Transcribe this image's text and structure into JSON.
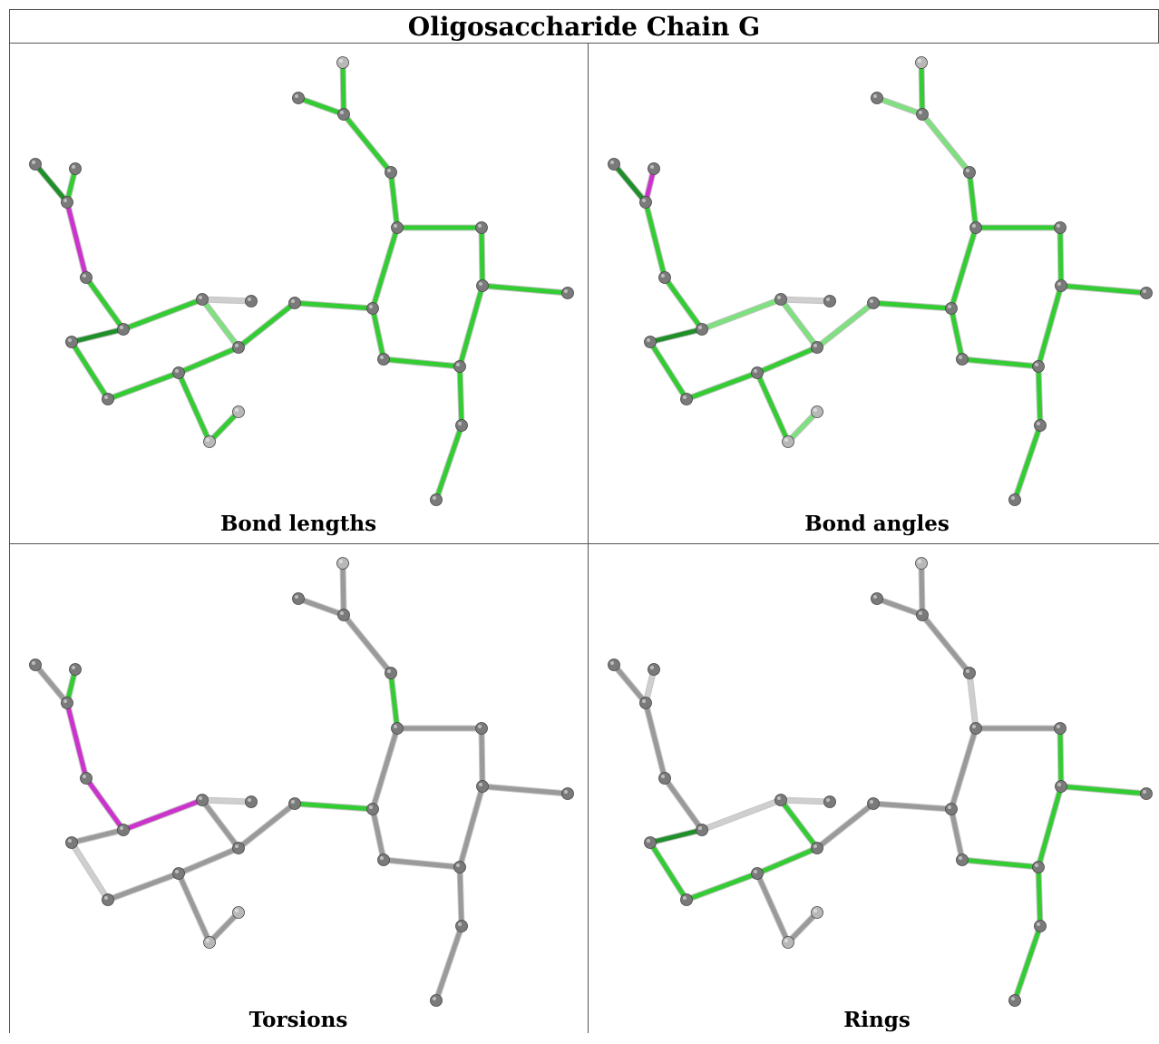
{
  "title": "Oligosaccharide Chain G",
  "colors": {
    "atom": "#7a7a7a",
    "atom_light": "#b8b8b8",
    "green": "#33cc33",
    "green_dark": "#1f8f2a",
    "green_light": "#7ee07e",
    "magenta": "#cc33cc",
    "grey_bond": "#9a9a9a",
    "light_grey_bond": "#cfcfcf"
  },
  "panels": [
    {
      "id": "bond-lengths",
      "caption": "Bond lengths",
      "bondColors": [
        "green",
        "green",
        "green",
        "green",
        "green",
        "green",
        "green",
        "green",
        "green",
        "green",
        "green",
        "green",
        "green",
        "green_dark",
        "green",
        "magenta",
        "green",
        "green_dark",
        "green",
        "green",
        "green",
        "green_light",
        "light_grey_bond",
        "green",
        "green",
        "green",
        "green",
        "green",
        "green",
        "green",
        "green",
        "green",
        "green",
        "green"
      ]
    },
    {
      "id": "bond-angles",
      "caption": "Bond angles",
      "bondColors": [
        "green_light",
        "green_light",
        "green",
        "green",
        "green",
        "green",
        "green",
        "green",
        "green",
        "green",
        "green",
        "green",
        "green",
        "green_dark",
        "magenta",
        "green",
        "green",
        "green_dark",
        "green",
        "green",
        "green",
        "green_light",
        "light_grey_bond",
        "green_light",
        "green_light",
        "green",
        "green",
        "green_light",
        "green",
        "green",
        "green",
        "green",
        "green",
        "green"
      ]
    },
    {
      "id": "torsions",
      "caption": "Torsions",
      "bondColors": [
        "grey_bond",
        "grey_bond",
        "grey_bond",
        "green",
        "grey_bond",
        "grey_bond",
        "grey_bond",
        "grey_bond",
        "grey_bond",
        "grey_bond",
        "grey_bond",
        "grey_bond",
        "grey_bond",
        "grey_bond",
        "green",
        "magenta",
        "magenta",
        "grey_bond",
        "light_grey_bond",
        "grey_bond",
        "grey_bond",
        "grey_bond",
        "light_grey_bond",
        "magenta",
        "grey_bond",
        "green",
        "grey_bond",
        "grey_bond",
        "grey_bond",
        "grey_bond",
        "grey_bond",
        "grey_bond",
        "green",
        "grey_bond"
      ]
    },
    {
      "id": "rings",
      "caption": "Rings",
      "bondColors": [
        "grey_bond",
        "grey_bond",
        "grey_bond",
        "light_grey_bond",
        "grey_bond",
        "green",
        "green",
        "green",
        "green",
        "green",
        "green",
        "grey_bond",
        "grey_bond",
        "grey_bond",
        "light_grey_bond",
        "grey_bond",
        "grey_bond",
        "green_dark",
        "green",
        "green",
        "green",
        "green",
        "light_grey_bond",
        "light_grey_bond",
        "grey_bond",
        "grey_bond",
        "grey_bond",
        "grey_bond",
        "grey_bond",
        "grey_bond",
        "grey_bond",
        "grey_bond",
        "grey_bond",
        "grey_bond"
      ]
    }
  ]
}
